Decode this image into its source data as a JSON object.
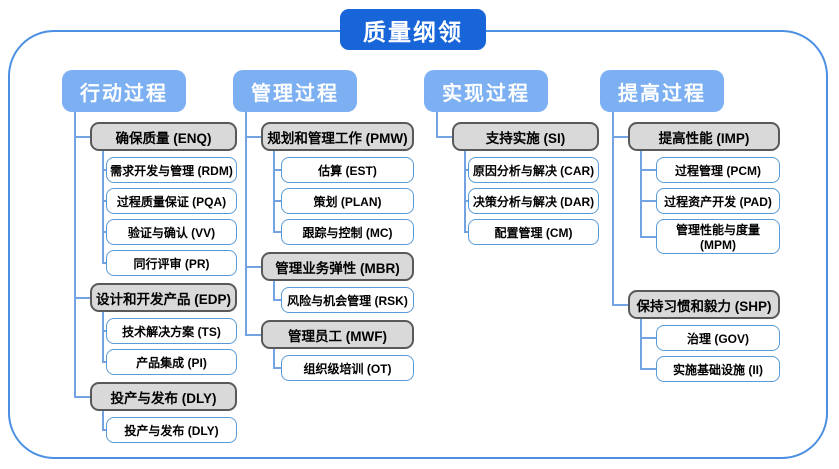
{
  "title": "质量纲领",
  "columns": [
    {
      "header": "行动过程",
      "groups": [
        {
          "label": "确保质量 (ENQ)",
          "children": [
            "需求开发与管理 (RDM)",
            "过程质量保证 (PQA)",
            "验证与确认 (VV)",
            "同行评审 (PR)"
          ]
        },
        {
          "label": "设计和开发产品 (EDP)",
          "children": [
            "技术解决方案 (TS)",
            "产品集成 (PI)"
          ]
        },
        {
          "label": "投产与发布 (DLY)",
          "children": [
            "投产与发布 (DLY)"
          ]
        }
      ]
    },
    {
      "header": "管理过程",
      "groups": [
        {
          "label": "规划和管理工作 (PMW)",
          "children": [
            "估算 (EST)",
            "策划 (PLAN)",
            "跟踪与控制 (MC)"
          ]
        },
        {
          "label": "管理业务弹性 (MBR)",
          "children": [
            "风险与机会管理 (RSK)"
          ]
        },
        {
          "label": "管理员工 (MWF)",
          "children": [
            "组织级培训 (OT)"
          ]
        }
      ]
    },
    {
      "header": "实现过程",
      "groups": [
        {
          "label": "支持实施 (SI)",
          "children": [
            "原因分析与解决 (CAR)",
            "决策分析与解决 (DAR)",
            "配置管理 (CM)"
          ]
        }
      ]
    },
    {
      "header": "提高过程",
      "groups": [
        {
          "label": "提高性能 (IMP)",
          "children": [
            "过程管理 (PCM)",
            "过程资产开发 (PAD)",
            "管理性能与度量 (MPM)"
          ]
        },
        {
          "label": "保持习惯和毅力 (SHP)",
          "children": [
            "治理 (GOV)",
            "实施基础设施 (II)"
          ]
        }
      ]
    }
  ],
  "colors": {
    "title_bg": "#1765d8",
    "header_bg": "#7cb0f2",
    "group_fill": "#d9d9d9",
    "group_border": "#595959",
    "child_border": "#5b9bd5",
    "connector": "#74a3e3",
    "frame_border": "#4a8fe2"
  }
}
